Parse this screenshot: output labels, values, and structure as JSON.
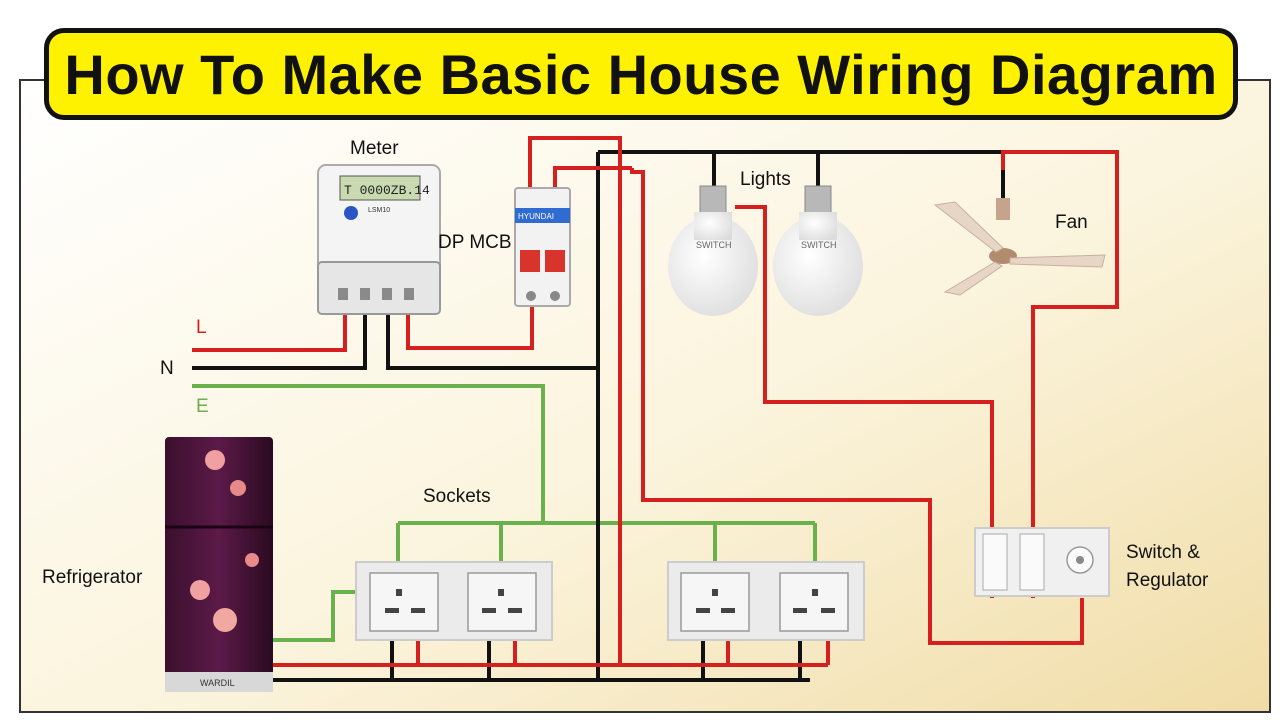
{
  "title": "How To Make Basic House Wiring Diagram",
  "labels": {
    "meter": "Meter",
    "dp_mcb": "DP MCB",
    "lights": "Lights",
    "fan": "Fan",
    "live": "L",
    "neutral": "N",
    "earth": "E",
    "sockets": "Sockets",
    "refrigerator": "Refrigerator",
    "switch_regulator_line1": "Switch &",
    "switch_regulator_line2": "Regulator"
  },
  "device_text": {
    "meter_display": "T 0000ZB.14",
    "meter_model": "LSM10",
    "mcb_brand": "HYUNDAI",
    "bulb_text": "SWITCH",
    "fridge_brand": "WARDIL"
  },
  "colors": {
    "title_bg": "#fff200",
    "live_wire": "#d61f1f",
    "neutral_wire": "#111111",
    "earth_wire": "#6ab04c",
    "background_gradient_start": "#ffffff",
    "background_gradient_end": "#f3e2b3"
  }
}
